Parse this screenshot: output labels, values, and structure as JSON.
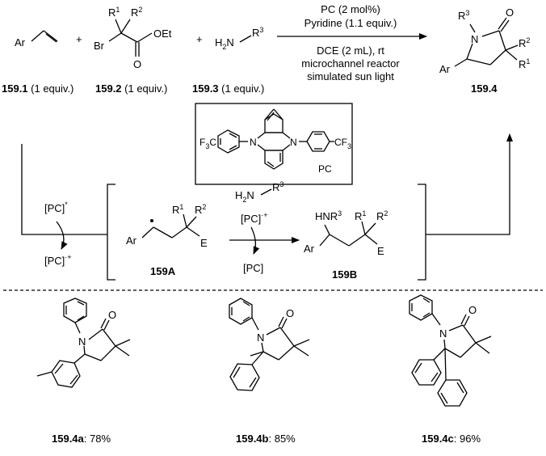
{
  "reagents": {
    "r1": {
      "ar": "Ar",
      "id": "159.1",
      "eq": " (1 equiv.)"
    },
    "r2": {
      "br": "Br",
      "r1": "R",
      "r1s": "1",
      "r2": "R",
      "r2s": "2",
      "o": "O",
      "oet": "OEt",
      "id": "159.2",
      "eq": " (1 equiv.)"
    },
    "r3": {
      "h2n": "H",
      "two": "2",
      "n": "N",
      "r": "R",
      "rs": "3",
      "id": "159.3",
      "eq": " (1 equiv.)"
    },
    "plus": "+"
  },
  "conditions": {
    "above1": "PC (2 mol%)",
    "above2": "Pyridine (1.1 equiv.)",
    "below1": "DCE (2 mL), rt",
    "below2": "microchannel reactor",
    "below3": "simulated sun light"
  },
  "product": {
    "r": "R",
    "r3": "3",
    "n": "N",
    "o": "O",
    "r2": "2",
    "r1": "1",
    "ar": "Ar",
    "id": "159.4"
  },
  "catalyst_box": {
    "f3c": "F",
    "f3c_sub": "3",
    "f3c_c": "C",
    "cf3": "CF",
    "cf3_sub": "3",
    "n1": "N",
    "n2": "N",
    "label": "PC"
  },
  "cycle": {
    "pc_star": "[PC]",
    "star": "*",
    "pc_rad": "[PC]",
    "rad": "·+",
    "amine_h2n": "H",
    "amine_two": "2",
    "amine_n": "N",
    "amine_r": "R",
    "amine_rs": "3",
    "pc_rad2": "[PC]",
    "rad2": "·+",
    "pc_ground": "[PC]",
    "int_a": {
      "ar": "Ar",
      "r1": "R",
      "r1s": "1",
      "r2": "R",
      "r2s": "2",
      "e": "E",
      "id": "159A"
    },
    "int_b": {
      "hn": "HNR",
      "hns": "3",
      "ar": "Ar",
      "r1": "R",
      "r1s": "1",
      "r2": "R",
      "r2s": "2",
      "e": "E",
      "id": "159B"
    }
  },
  "examples": [
    {
      "id": "159.4a",
      "yield": ": 78%",
      "n": "N",
      "o": "O"
    },
    {
      "id": "159.4b",
      "yield": ": 85%",
      "n": "N",
      "o": "O"
    },
    {
      "id": "159.4c",
      "yield": ": 96%",
      "n": "N",
      "o": "O"
    }
  ]
}
